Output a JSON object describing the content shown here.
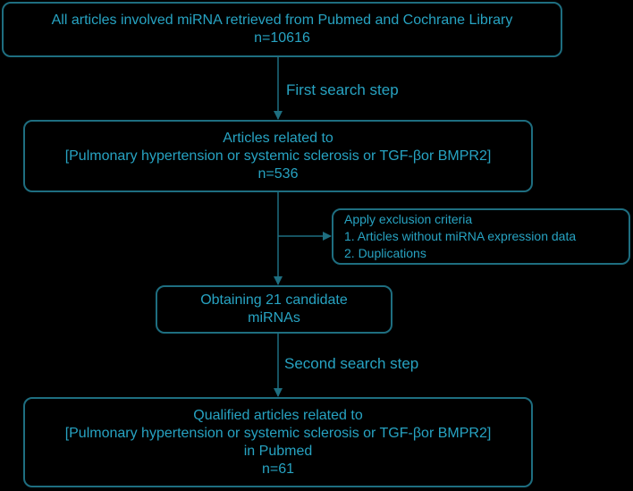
{
  "theme": {
    "background": "#000000",
    "stroke": "#1e6e80",
    "text": "#27a3c2"
  },
  "boxes": {
    "retrieval": {
      "lines": [
        "All articles involved miRNA retrieved from Pubmed and Cochrane Library",
        "n=10616"
      ]
    },
    "related": {
      "lines": [
        "Articles related to",
        "[Pulmonary hypertension or systemic sclerosis or TGF-βor BMPR2]",
        "n=536"
      ]
    },
    "exclusion": {
      "lines": [
        "Apply exclusion criteria",
        "1. Articles without miRNA expression data",
        "2. Duplications"
      ]
    },
    "candidates": {
      "lines": [
        "Obtaining 21 candidate",
        "miRNAs"
      ]
    },
    "qualified": {
      "lines": [
        "Qualified articles related to",
        "[Pulmonary hypertension or systemic sclerosis or TGF-βor BMPR2]",
        "in Pubmed",
        "n=61"
      ]
    }
  },
  "steps": {
    "first": "First search step",
    "second": "Second search step"
  }
}
